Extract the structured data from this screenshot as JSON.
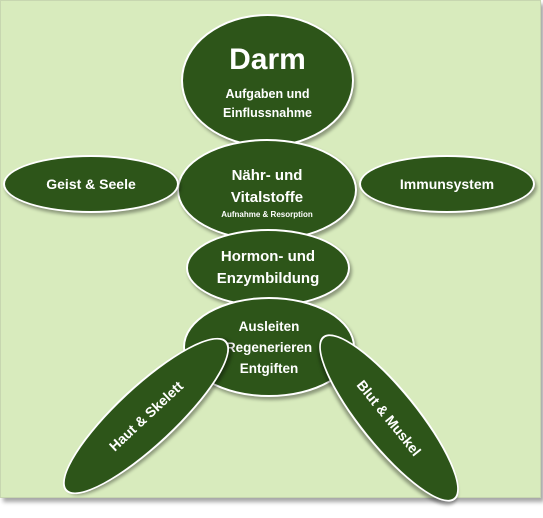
{
  "diagram": {
    "colors": {
      "background": "#d8ebbd",
      "node_fill": "#2d5519",
      "node_text": "#ffffff",
      "node_border": "#ffffff"
    },
    "darm": {
      "title": "Darm",
      "line1": "Aufgaben und",
      "line2": "Einflussnahme"
    },
    "naehr": {
      "line1": "Nähr- und",
      "line2": "Vitalstoffe",
      "note": "Aufnahme &  Resorption"
    },
    "hormon": {
      "line1": "Hormon- und",
      "line2": "Enzymbildung"
    },
    "ausleiten": {
      "line1": "Ausleiten",
      "line2": "Regenerieren",
      "line3": "Entgiften"
    },
    "geist": {
      "label": "Geist & Seele"
    },
    "immun": {
      "label": "Immunsystem"
    },
    "haut": {
      "label": "Haut & Skelett"
    },
    "blut": {
      "label": "Blut & Muskel"
    }
  }
}
